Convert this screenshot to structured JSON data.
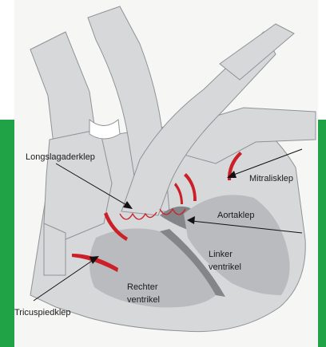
{
  "colors": {
    "frame_green": "#1fa346",
    "paper": "#f6f6f4",
    "vessel": "#d7d8da",
    "vessel_outline": "#8f9296",
    "inner_wall": "#838588",
    "cavity": "#b9bbbe",
    "valve_red": "#cc2028",
    "leader": "#111111"
  },
  "labels": {
    "pulmonary_valve": "Longslagaderklep",
    "mitral_valve": "Mitralisklep",
    "aortic_valve": "Aortaklep",
    "left_ventricle_l1": "Linker",
    "left_ventricle_l2": "ventrikel",
    "right_ventricle_l1": "Rechter",
    "right_ventricle_l2": "ventrikel",
    "tricuspid_valve": "Tricuspiedklep"
  }
}
